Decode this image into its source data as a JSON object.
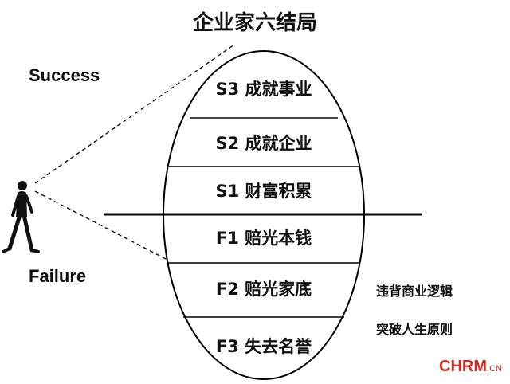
{
  "title": "企业家六结局",
  "labels": {
    "success": "Success",
    "failure": "Failure"
  },
  "levels": [
    {
      "code": "S3",
      "name": "成就事业"
    },
    {
      "code": "S2",
      "name": "成就企业"
    },
    {
      "code": "S1",
      "name": "财富积累"
    },
    {
      "code": "F1",
      "name": "赔光本钱"
    },
    {
      "code": "F2",
      "name": "赔光家底"
    },
    {
      "code": "F3",
      "name": "失去名誉"
    }
  ],
  "notes": [
    "违背商业逻辑",
    "突破人生原则"
  ],
  "watermark": {
    "brand": "CHRM",
    "suffix": ".CN"
  },
  "icons": {
    "walker": "walking-person-icon"
  },
  "colors": {
    "line": "#000000",
    "watermark": "#d42a20"
  }
}
